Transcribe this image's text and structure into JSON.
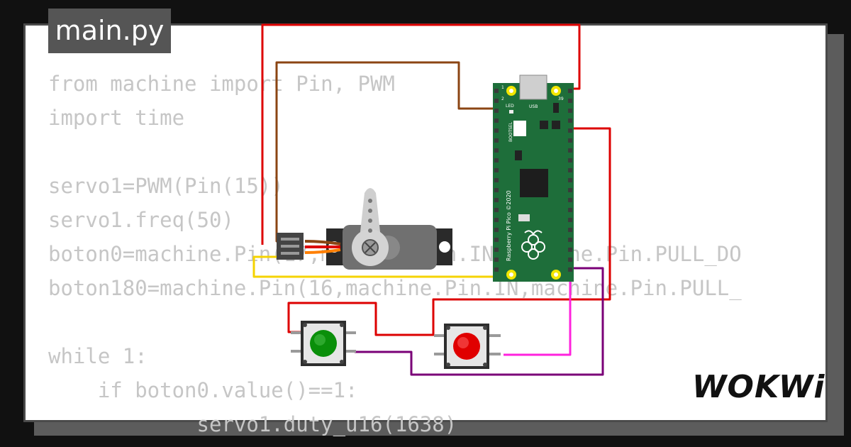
{
  "editor": {
    "filename": "main.py",
    "code_lines": [
      "from machine import Pin, PWM",
      "import time",
      "",
      "servo1=PWM(Pin(15))",
      "servo1.freq(50)",
      "boton0=machine.Pin(17,machine.Pin.IN,machine.Pin.PULL_DO",
      "boton180=machine.Pin(16,machine.Pin.IN,machine.Pin.PULL_",
      "",
      "while 1:",
      "    if boton0.value()==1:",
      "            servo1.duty_u16(1638)"
    ]
  },
  "board": {
    "label": "Raspberry Pi Pico ©2020",
    "silk_usb": "USB",
    "silk_led": "LED",
    "silk_bootsel": "BOOTSEL",
    "pin1": "1",
    "pin2": "2",
    "pin39": "39"
  },
  "buttons": [
    {
      "name": "green",
      "color": "#0a8f0a"
    },
    {
      "name": "red",
      "color": "#e00000"
    }
  ],
  "wire_colors": {
    "power": "#dd0000",
    "signal_servo": "#8b4513",
    "yellow": "#f5d300",
    "pink": "#ff22dd",
    "purple": "#7a0077"
  },
  "brand": {
    "logo_text": "WOKWi"
  }
}
